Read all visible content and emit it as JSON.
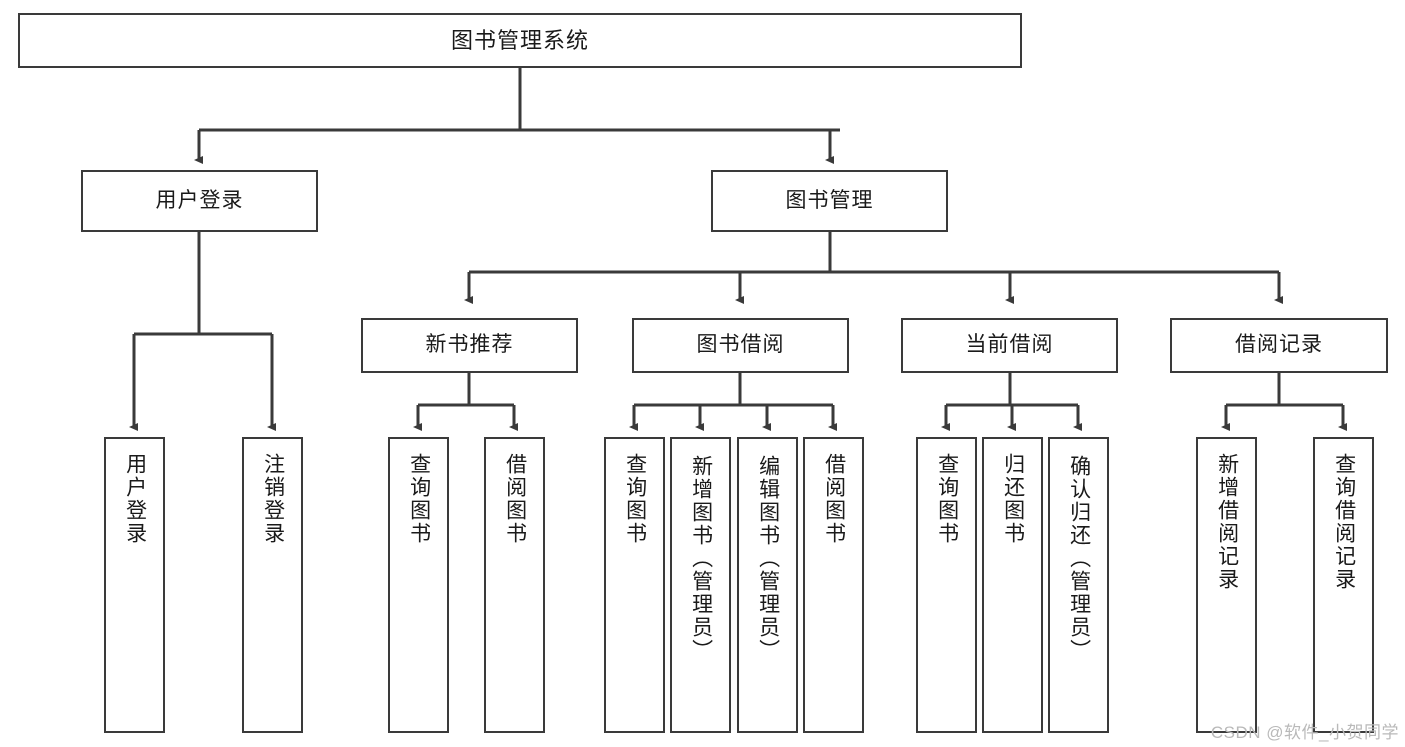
{
  "diagram": {
    "title": "图书管理系统",
    "type": "tree-hierarchy",
    "watermark": "CSDN @软件_小贺同学",
    "colors": {
      "box_border": "#3a3a3a",
      "box_fill": "#ffffff",
      "edge": "#3a3a3a",
      "text": "#1a1a1a",
      "watermark": "#b9b9b9",
      "background": "#ffffff"
    },
    "nodes": {
      "root": {
        "label": "图书管理系统"
      },
      "level2": [
        {
          "label": "用户登录"
        },
        {
          "label": "图书管理"
        }
      ],
      "level3": [
        {
          "label": "新书推荐"
        },
        {
          "label": "图书借阅"
        },
        {
          "label": "当前借阅"
        },
        {
          "label": "借阅记录"
        }
      ],
      "leaves": {
        "user_login": [
          {
            "label": "用户登录"
          },
          {
            "label": "注销登录"
          }
        ],
        "new_book": [
          {
            "label": "查询图书"
          },
          {
            "label": "借阅图书"
          }
        ],
        "book_borrow": [
          {
            "label": "查询图书"
          },
          {
            "label": "新增图书（管理员）"
          },
          {
            "label": "编辑图书（管理员）"
          },
          {
            "label": "借阅图书"
          }
        ],
        "current_borrow": [
          {
            "label": "查询图书"
          },
          {
            "label": "归还图书"
          },
          {
            "label": "确认归还（管理员）"
          }
        ],
        "borrow_record": [
          {
            "label": "新增借阅记录"
          },
          {
            "label": "查询借阅记录"
          }
        ]
      }
    }
  }
}
